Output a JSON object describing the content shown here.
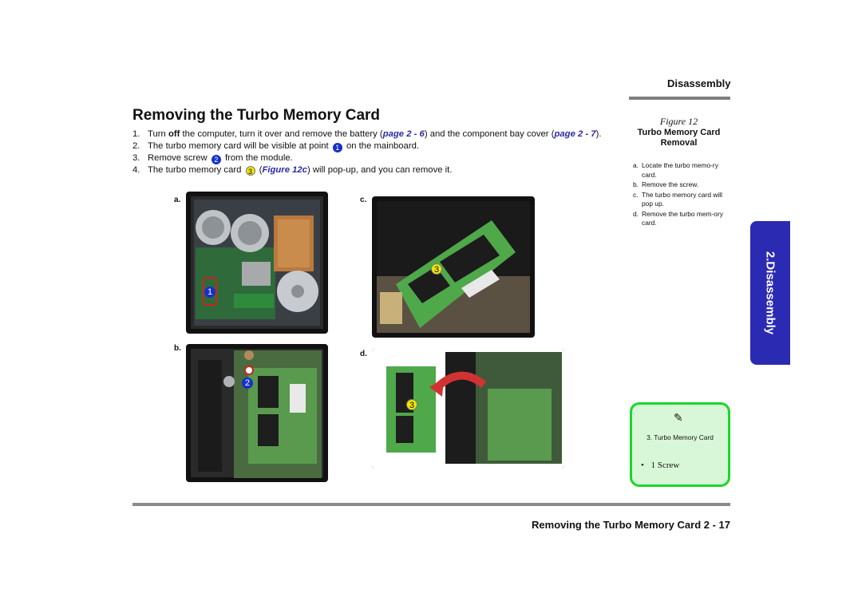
{
  "header": {
    "section": "Disassembly"
  },
  "title": "Removing the Turbo Memory Card",
  "steps": [
    {
      "num": "1.",
      "pre": "Turn ",
      "bold": "off",
      "mid": " the computer, turn it over and remove the battery (",
      "link1": "page 2 - 6",
      "mid2": ") and the component bay cover (",
      "link2": "page 2 - 7",
      "post": ")."
    },
    {
      "num": "2.",
      "pre": "The turbo memory card will be visible at point ",
      "marker": "1",
      "post": " on the mainboard."
    },
    {
      "num": "3.",
      "pre": "Remove screw ",
      "marker": "2",
      "post": " from the module."
    },
    {
      "num": "4.",
      "pre": "The turbo memory card ",
      "marker": "3",
      "mid": " (",
      "link": "Figure 12c",
      "post": ") will pop-up, and you can remove it."
    }
  ],
  "figure": {
    "number": "Figure 12",
    "title_line1": "Turbo Memory Card",
    "title_line2": "Removal",
    "steps": [
      {
        "letter": "a.",
        "text": "Locate the turbo memo-ry card."
      },
      {
        "letter": "b.",
        "text": "Remove the screw."
      },
      {
        "letter": "c.",
        "text": "The turbo memory card will pop up."
      },
      {
        "letter": "d.",
        "text": "Remove the turbo mem-ory card."
      }
    ],
    "panels": {
      "a": "a.",
      "b": "b.",
      "c": "c.",
      "d": "d."
    },
    "callouts": {
      "a": "1",
      "b": "2",
      "c": "3",
      "d": "3"
    }
  },
  "side_tab": "2.Disassembly",
  "note": {
    "title": "3. Turbo Memory Card",
    "item": "1 Screw",
    "bullet": "•"
  },
  "footer": "Removing the Turbo Memory Card 2 - 17",
  "colors": {
    "link": "#2a2aa8",
    "tab": "#2b2ab3",
    "note_border": "#18d828",
    "note_bg": "#d8f7d8",
    "marker_blue": "#1531c8",
    "marker_yellow": "#f3e600"
  }
}
